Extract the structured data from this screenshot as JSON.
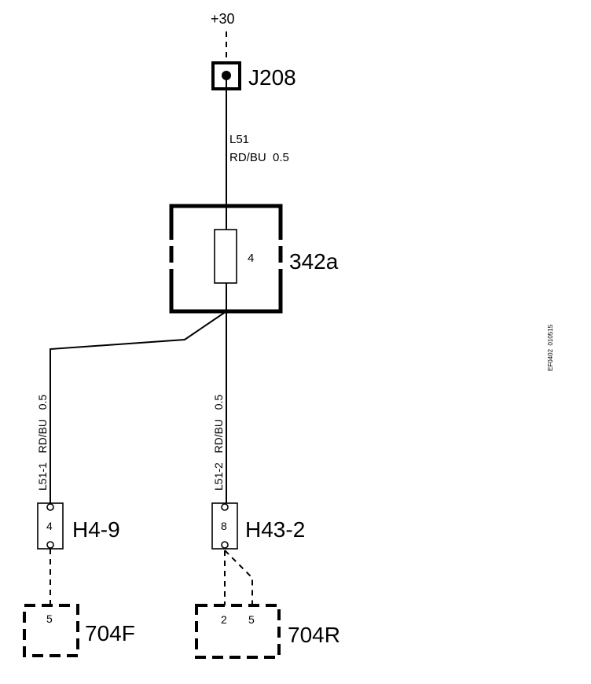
{
  "supply": {
    "label": "+30"
  },
  "j208": {
    "label": "J208"
  },
  "wire_l51": {
    "id": "L51",
    "spec": "RD/BU  0.5"
  },
  "fuse_box": {
    "label": "342a",
    "fuse_number": "4"
  },
  "wire_l51_1": {
    "text": "L51-1   RD/BU   0.5"
  },
  "wire_l51_2": {
    "text": "L51-2   RD/BU   0.5"
  },
  "conn_h4_9": {
    "label": "H4-9",
    "pin": "4"
  },
  "conn_h43_2": {
    "label": "H43-2",
    "pin": "8"
  },
  "lamp_704f": {
    "label": "704F",
    "pin": "5"
  },
  "lamp_704r": {
    "label": "704R",
    "pin_a": "2",
    "pin_b": "5"
  },
  "figure_code": {
    "text": "EF0402  010515"
  }
}
